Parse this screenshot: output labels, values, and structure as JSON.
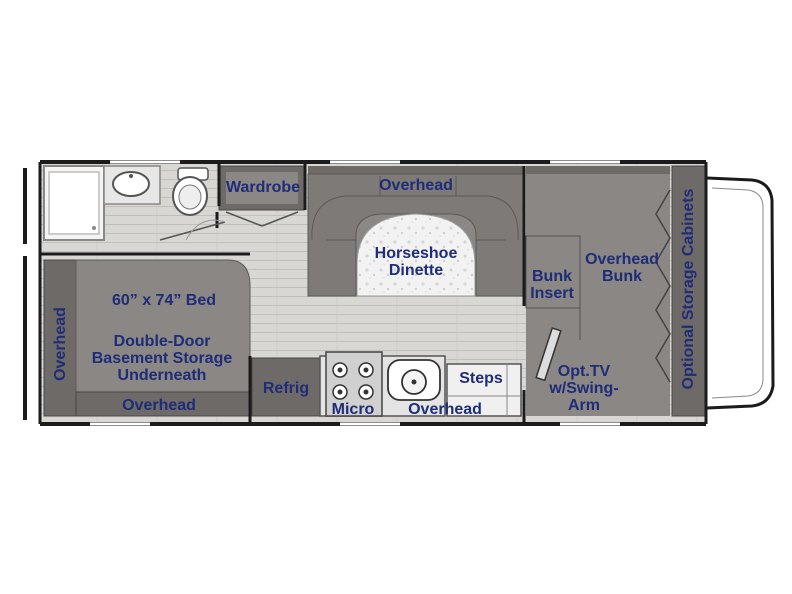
{
  "colors": {
    "label": "#1f2c78",
    "wall": "#1b1b1b",
    "floor": "#d7d5d2",
    "gray": "#8a8785",
    "dark_gray": "#5c5957",
    "cabinet": "#6e6a68"
  },
  "labels": {
    "wardrobe": "Wardrobe",
    "overhead_dinette": "Overhead",
    "dinette": "Horseshoe\nDinette",
    "bunk_insert": "Bunk\nInsert",
    "overhead_bunk": "Overhead\nBunk",
    "bed": "60” x 74” Bed",
    "storage": "Double-Door\nBasement Storage\nUnderneath",
    "overhead_rear": "Overhead",
    "overhead_bottom": "Overhead",
    "refrig": "Refrig",
    "micro": "Micro",
    "overhead_kitchen": "Overhead",
    "steps": "Steps",
    "tv": "Opt.TV\nw/Swing-\nArm",
    "cabinets": "Optional Storage Cabinets"
  }
}
